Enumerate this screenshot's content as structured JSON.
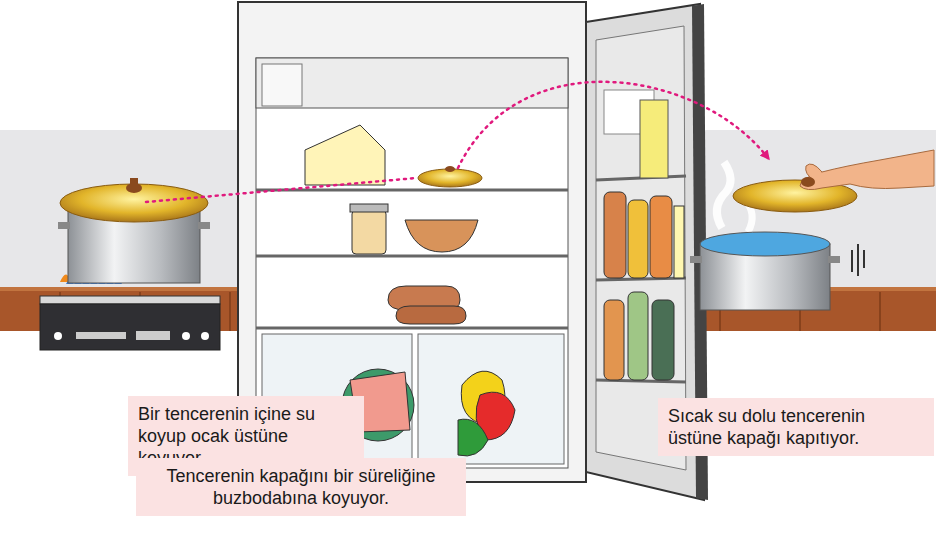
{
  "diagram": {
    "nodes": [
      {
        "text": [
          "Bir tencerenin içine su koyup ocak üstüne koyuyor."
        ]
      },
      {
        "text": [
          "Tencerenin kapağını bir süreliğine buzbodabına koyuyor."
        ]
      },
      {
        "text": [
          "Sıcak su dolu tencerenin üstüne kapağı kapıtıyor."
        ]
      }
    ]
  }
}
